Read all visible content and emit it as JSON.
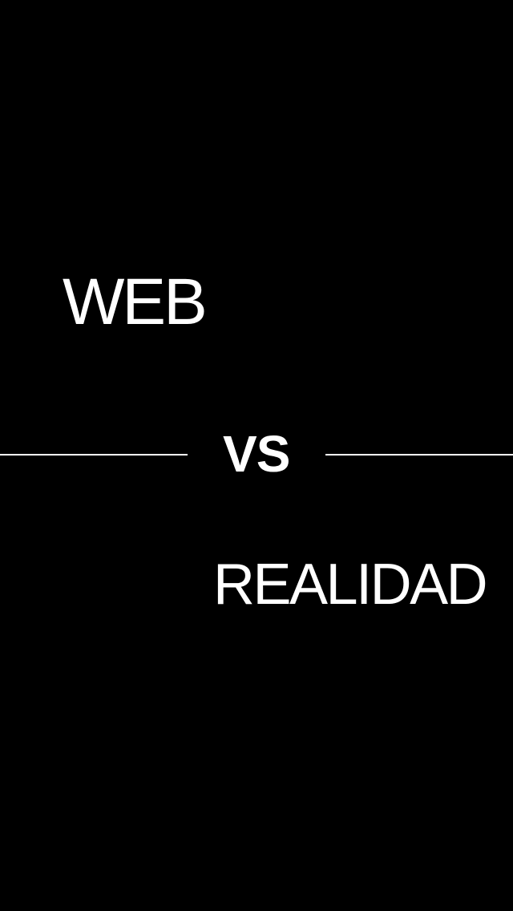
{
  "colors": {
    "background": "#000000",
    "text": "#ffffff",
    "divider": "#ffffff"
  },
  "title_card": {
    "top_word": "WEB",
    "middle_word": "VS",
    "bottom_word": "REALIDAD"
  }
}
